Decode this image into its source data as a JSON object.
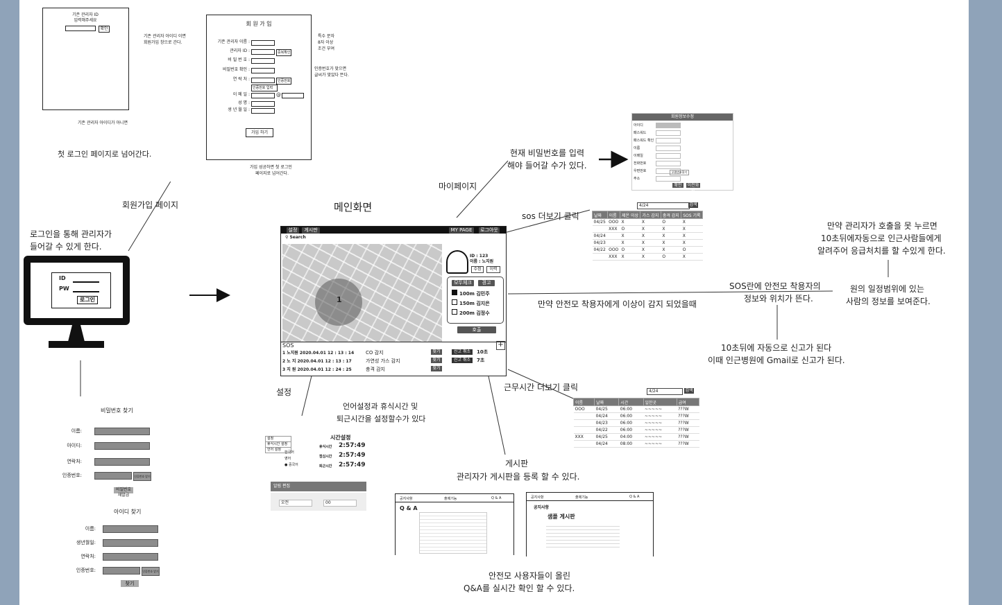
{
  "login_flow": {
    "login_prompt_box": {
      "line1": "기존 관리자 ID",
      "line2": "입력해주세요",
      "button": "확인"
    },
    "arrow_note": {
      "line1": "기존 관리자 아이디 이면",
      "line2": "회원가입 창으로 간다."
    },
    "down_note": "기존 관리자 아이디가 아니면",
    "first_login_text": "첫 로그인 페이지로 넘어간다."
  },
  "signup_form": {
    "title": "회 원 가 입",
    "fields": [
      {
        "label": "기존 관리자 이름 :"
      },
      {
        "label": "관리자 ID :",
        "button": "중복확인"
      },
      {
        "label": "비 밀 번 호 :"
      },
      {
        "label": "비밀번호 확인 :"
      },
      {
        "label": "연 락 처 :",
        "button": "인증번호"
      },
      {
        "label": "",
        "button": "인증번호 입력"
      },
      {
        "label": "이 메 일 :",
        "at": "@"
      },
      {
        "label": "성 명 :"
      },
      {
        "label": "생 년 월 일 :"
      }
    ],
    "submit": "가입 하기",
    "note_special": [
      "특수 문자",
      "8자 이상",
      "조건 부여"
    ],
    "note_verify": [
      "인증번호가 맞으면",
      "글씨가 맞았다 뜬다."
    ],
    "success_note": [
      "가입 성공하면 첫 로그인",
      "페이지로 넘어간다."
    ]
  },
  "signup_page_label": "회원가입 페이지",
  "login_text": [
    "로그인을 통해 관리자가",
    "들어갈 수 있게 한다."
  ],
  "monitor": {
    "id_label": "ID",
    "pw_label": "PW",
    "login_button": "로그인"
  },
  "main_title": "메인화면",
  "main_screen": {
    "tabs": [
      "설정",
      "게시판"
    ],
    "right_tabs": [
      "MY PAGE",
      "로그아웃"
    ],
    "search": "Search",
    "map_badge": "1",
    "user_id": "ID : 123",
    "user_name": "이름 : 노지원",
    "user_buttons": [
      "수정",
      "이력"
    ],
    "panel_buttons": [
      "모두체크",
      "경고"
    ],
    "nearby": [
      {
        "dist": "100m",
        "name": "김민주",
        "checked": true
      },
      {
        "dist": "150m",
        "name": "김지은",
        "checked": false
      },
      {
        "dist": "200m",
        "name": "김정수",
        "checked": false
      }
    ],
    "call_button": "호출",
    "sos_header": "SOS",
    "sos_rows": [
      {
        "line": "1 노지원 2020.04.01 12 : 13 : 14",
        "type": "CO 감지",
        "find": "찾기",
        "cancel": "신고 취소",
        "count": "10초"
      },
      {
        "line": "2 노    지 2020.04.01 12 : 13 : 17",
        "type": "가연성 가스 감지",
        "find": "찾기",
        "cancel": "신고 취소",
        "count": "7초"
      },
      {
        "line": "3 지    원 2020.04.01 12 : 24 : 25",
        "type": "충격 감지",
        "find": "찾기",
        "cancel": "",
        "count": ""
      }
    ],
    "plus": "+"
  },
  "mypage": {
    "label": "마이페이지",
    "note": [
      "현재 비밀번호를 입력",
      "해야 들어갈 수가 있다."
    ],
    "form_title": "회원정보수정",
    "form_labels": [
      "아이디",
      "패스워드",
      "패스워드 확인",
      "이름",
      "이메일",
      "전화번호",
      "우편번호",
      "주소"
    ],
    "form_buttons": [
      "확인",
      "이전화면"
    ],
    "zip_button": "우편번호찾기"
  },
  "sos_more": {
    "label": "sos 더보기 클릭",
    "date": "4/24",
    "search_btn": "검색",
    "headers": [
      "날짜",
      "이름",
      "제온 이상",
      "가스 감지",
      "충격 감지",
      "SOS 기록"
    ],
    "rows": [
      [
        "04/25",
        "OOO",
        "X",
        "X",
        "O",
        "X"
      ],
      [
        "",
        "XXX",
        "O",
        "X",
        "X",
        "X"
      ],
      [
        "04/24",
        "",
        "X",
        "X",
        "X",
        "X"
      ],
      [
        "04/23",
        "",
        "X",
        "X",
        "X",
        "X"
      ],
      [
        "04/22",
        "OOO",
        "O",
        "X",
        "X",
        "O"
      ],
      [
        "",
        "XXX",
        "X",
        "X",
        "O",
        "X"
      ]
    ]
  },
  "sos_alert_text": "만약 안전모 착용자에게 이상이 감지 되었을때",
  "sos_info_text": [
    "SOS란에  안전모 착용자의",
    "정보와 위치가 뜬다."
  ],
  "radius_text": [
    "원의 일정범위에 있는",
    "사람의 정보를 보여준다."
  ],
  "call_note": [
    "만약 관리자가 호출을 못 누르면",
    "10초뒤에자동으로 인근사람들에게",
    "알려주어 응급처치를 할 수있게 한다."
  ],
  "auto_report": [
    "10초뒤에 자동으로 신고가 된다",
    "이때 인근병원에 Gmail로 신고가 된다."
  ],
  "work_more": {
    "label": "근무시간 더보기 클릭",
    "date": "4/24",
    "search_btn": "검색",
    "headers": [
      "이름",
      "날짜",
      "시간",
      "일한곳",
      "급여"
    ],
    "rows": [
      [
        "OOO",
        "04/25",
        "06:00",
        "~~~~~",
        "???W"
      ],
      [
        "",
        "04/24",
        "06:00",
        "~~~~~",
        "???W"
      ],
      [
        "",
        "04/23",
        "06:00",
        "~~~~~",
        "???W"
      ],
      [
        "",
        "04/22",
        "06:00",
        "~~~~~",
        "???W"
      ],
      [
        "XXX",
        "04/25",
        "04:00",
        "~~~~~",
        "???W"
      ],
      [
        "",
        "04/24",
        "08:00",
        "~~~~~",
        "???W"
      ]
    ]
  },
  "settings": {
    "label": "설정",
    "desc": [
      "언어설정과 휴식시간 및",
      "퇴근시간을 설정할수가 있다"
    ],
    "menu": [
      "설정",
      "휴식시간 설정",
      "언어 설정"
    ],
    "languages": [
      "한국어",
      "영어",
      "중국어"
    ],
    "time_title": "시간설정",
    "times": [
      {
        "label": "휴식시간",
        "value": "2:57:49"
      },
      {
        "label": "점심시간",
        "value": "2:57:49"
      },
      {
        "label": "퇴근시간",
        "value": "2:57:49"
      }
    ],
    "alarm_label": "알림 편집",
    "alarm_fields": [
      "오전",
      "00"
    ]
  },
  "board": {
    "label": "게시판",
    "desc": "관리자가 게시판을 등록 할 수 있다.",
    "nav1": [
      "공지사항",
      "출제기능",
      "Q & A"
    ],
    "qa_title": "Q & A",
    "notice_title": "공지사항",
    "sample_title": "샘플 게시판",
    "footer": [
      "안전모 사용자들이 올린",
      "Q&A를 실시간 확인 할 수 있다."
    ]
  },
  "find_pw": {
    "title": "비밀번호 찾기",
    "labels": [
      "이름:",
      "아이디:",
      "연락처:",
      "인증번호:"
    ],
    "verify_btn": "인증번호 받기",
    "submit": "비밀번호 재발급"
  },
  "find_id": {
    "title": "아이디 찾기",
    "labels": [
      "이름:",
      "생년월일:",
      "연락처:",
      "인증번호:"
    ],
    "verify_btn": "인증번호 받기",
    "submit": "찾기"
  },
  "colors": {
    "background": "#8fa3b9",
    "canvas": "#ffffff",
    "dark": "#333333",
    "map": "#c9c9c9"
  }
}
